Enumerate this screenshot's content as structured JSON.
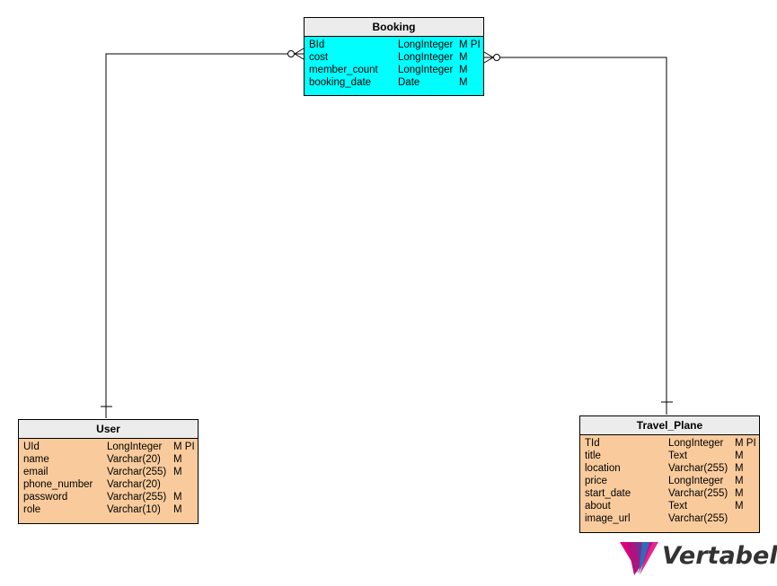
{
  "colors": {
    "booking_fill": "#00ffff",
    "user_fill": "#f9cb9c",
    "travel_fill": "#f9cb9c",
    "header_fill": "#ececec",
    "logo_text": "#333333"
  },
  "entities": {
    "booking": {
      "name": "Booking",
      "attributes": [
        {
          "name": "BId",
          "type": "LongInteger",
          "flags": "M PI"
        },
        {
          "name": "cost",
          "type": "LongInteger",
          "flags": "M"
        },
        {
          "name": "member_count",
          "type": "LongInteger",
          "flags": "M"
        },
        {
          "name": "booking_date",
          "type": "Date",
          "flags": "M"
        }
      ]
    },
    "user": {
      "name": "User",
      "attributes": [
        {
          "name": "UId",
          "type": "LongInteger",
          "flags": "M PI"
        },
        {
          "name": "name",
          "type": "Varchar(20)",
          "flags": "M"
        },
        {
          "name": "email",
          "type": "Varchar(255)",
          "flags": "M"
        },
        {
          "name": "phone_number",
          "type": "Varchar(20)",
          "flags": ""
        },
        {
          "name": "password",
          "type": "Varchar(255)",
          "flags": "M"
        },
        {
          "name": "role",
          "type": "Varchar(10)",
          "flags": "M"
        }
      ]
    },
    "travel_plane": {
      "name": "Travel_Plane",
      "attributes": [
        {
          "name": "TId",
          "type": "LongInteger",
          "flags": "M PI"
        },
        {
          "name": "title",
          "type": "Text",
          "flags": "M"
        },
        {
          "name": "location",
          "type": "Varchar(255)",
          "flags": "M"
        },
        {
          "name": "price",
          "type": "LongInteger",
          "flags": "M"
        },
        {
          "name": "start_date",
          "type": "Varchar(255)",
          "flags": "M"
        },
        {
          "name": "about",
          "type": "Text",
          "flags": "M"
        },
        {
          "name": "image_url",
          "type": "Varchar(255)",
          "flags": ""
        }
      ]
    }
  },
  "relationships": [
    {
      "from": "user",
      "to": "booking",
      "from_cardinality": "one",
      "to_cardinality": "zero-or-many"
    },
    {
      "from": "travel_plane",
      "to": "booking",
      "from_cardinality": "one",
      "to_cardinality": "zero-or-many"
    }
  ],
  "logo": {
    "text": "Vertabelo",
    "colors": [
      "#e2007a",
      "#7b2d8e",
      "#2a6ebb",
      "#e2007a"
    ]
  }
}
